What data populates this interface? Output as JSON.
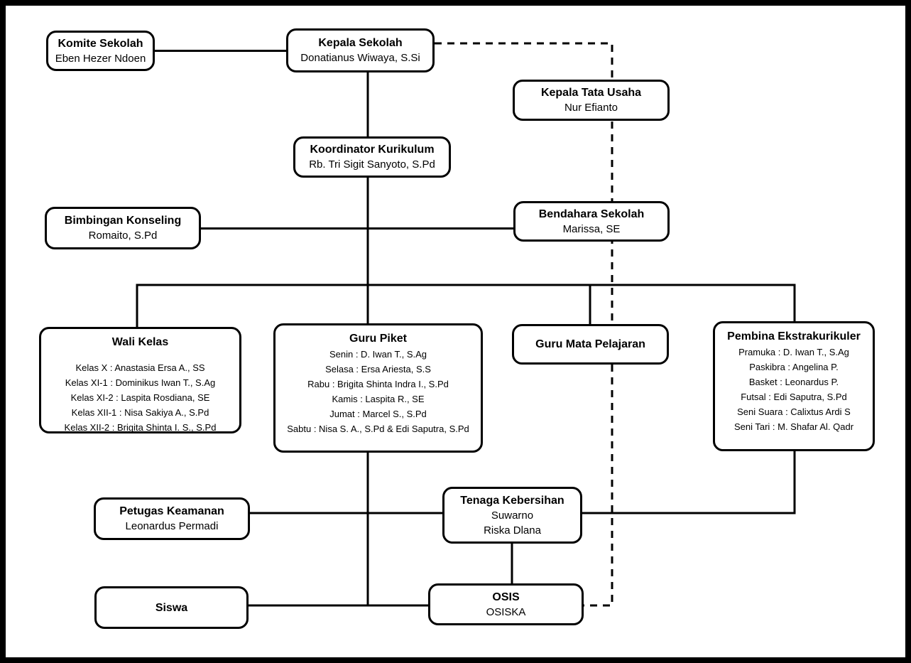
{
  "colors": {
    "background": "#ffffff",
    "frame": "#000000",
    "line": "#000000",
    "box_border": "#000000",
    "box_fill": "#ffffff",
    "text": "#000000"
  },
  "boxes": {
    "komite_sekolah": {
      "title": "Komite Sekolah",
      "body": "Eben Hezer Ndoen"
    },
    "kepala_sekolah": {
      "title": "Kepala Sekolah",
      "body": "Donatianus Wiwaya, S.Si"
    },
    "kepala_tata_usaha": {
      "title": "Kepala Tata Usaha",
      "body": "Nur Efianto"
    },
    "koordinator_kurikulum": {
      "title": "Koordinator Kurikulum",
      "body": "Rb. Tri Sigit Sanyoto, S.Pd"
    },
    "bimbingan_konseling": {
      "title": "Bimbingan Konseling",
      "body": "Romaito, S.Pd"
    },
    "bendahara_sekolah": {
      "title": "Bendahara Sekolah",
      "body": "Marissa, SE"
    },
    "wali_kelas": {
      "title": "Wali Kelas",
      "body": "Kelas X : Anastasia Ersa A., SS\nKelas XI-1 : Dominikus Iwan T., S.Ag\nKelas XI-2 : Laspita Rosdiana, SE\nKelas XII-1 : Nisa Sakiya A., S.Pd\nKelas XII-2 : Brigita Shinta I. S., S.Pd"
    },
    "guru_piket": {
      "title": "Guru Piket",
      "body": "Senin : D. Iwan T., S.Ag\nSelasa : Ersa Ariesta, S.S\nRabu : Brigita Shinta Indra I., S.Pd\nKamis : Laspita R., SE\nJumat : Marcel S., S.Pd\nSabtu : Nisa S. A., S.Pd & Edi Saputra, S.Pd"
    },
    "guru_mata_pelajaran": {
      "title": "Guru Mata Pelajaran",
      "body": ""
    },
    "pembina_ekstrakurikuler": {
      "title": "Pembina Ekstrakurikuler",
      "body": "Pramuka : D. Iwan T., S.Ag\nPaskibra : Angelina P.\nBasket : Leonardus P.\nFutsal : Edi Saputra, S.Pd\nSeni Suara : Calixtus Ardi S\nSeni Tari : M. Shafar Al. Qadr"
    },
    "petugas_keamanan": {
      "title": "Petugas Keamanan",
      "body": "Leonardus Permadi"
    },
    "tenaga_kebersihan": {
      "title": "Tenaga Kebersihan",
      "body": "Suwarno\nRiska Dlana"
    },
    "siswa": {
      "title": "Siswa",
      "body": ""
    },
    "osis": {
      "title": "OSIS",
      "body": "OSISKA"
    }
  },
  "connections": {
    "solid": [
      [
        "Komite Sekolah",
        "Kepala Sekolah"
      ],
      [
        "Kepala Sekolah",
        "Koordinator Kurikulum"
      ],
      [
        "Bimbingan Konseling",
        "Bendahara Sekolah"
      ],
      [
        "Koordinator Kurikulum",
        "Wali Kelas"
      ],
      [
        "Koordinator Kurikulum",
        "Guru Piket"
      ],
      [
        "Koordinator Kurikulum",
        "Guru Mata Pelajaran"
      ],
      [
        "Koordinator Kurikulum",
        "Pembina Ekstrakurikuler"
      ],
      [
        "Guru Piket",
        "Siswa"
      ],
      [
        "Guru Piket",
        "OSIS"
      ],
      [
        "Petugas Keamanan",
        "Tenaga Kebersihan"
      ],
      [
        "Pembina Ekstrakurikuler",
        "Tenaga Kebersihan"
      ],
      [
        "Tenaga Kebersihan",
        "OSIS"
      ],
      [
        "Siswa",
        "OSIS"
      ]
    ],
    "dashed": [
      [
        "Kepala Sekolah",
        "Kepala Tata Usaha"
      ],
      [
        "Kepala Tata Usaha",
        "Bendahara Sekolah"
      ],
      [
        "Bendahara Sekolah",
        "OSIS"
      ]
    ]
  }
}
